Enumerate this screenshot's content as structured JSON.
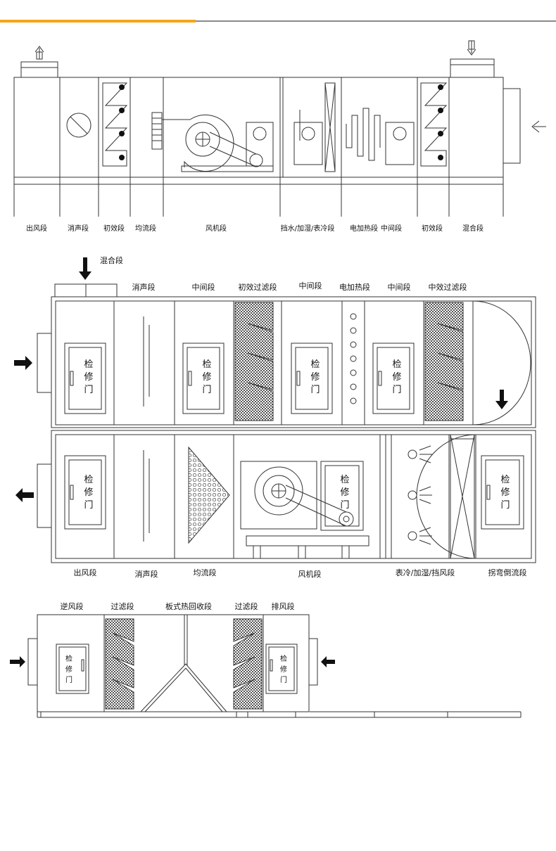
{
  "colors": {
    "accent_bar": "#f7a516",
    "gray_bar": "#8a8a8a",
    "line": "#333333"
  },
  "diagram1": {
    "labels": [
      "出风段",
      "消声段",
      "初效段",
      "均流段",
      "风机段",
      "挡水/加湿/表冷段",
      "电加热段",
      "中间段",
      "初效段",
      "混合段"
    ]
  },
  "diagram2": {
    "top_label": "混合段",
    "top_row_labels": [
      "消声段",
      "中间段",
      "初效过滤段",
      "中间段",
      "电加热段",
      "中间段",
      "中效过滤段"
    ],
    "bottom_row_labels": [
      "出风段",
      "消声段",
      "均流段",
      "风机段",
      "表冷/加湿/挡风段",
      "拐弯倒流段"
    ],
    "door_lines": [
      "检",
      "修",
      "门"
    ]
  },
  "diagram3": {
    "labels": [
      "逆风段",
      "过滤段",
      "板式热回收段",
      "过滤段",
      "排风段"
    ],
    "door_lines": [
      "检",
      "修",
      "门"
    ]
  }
}
